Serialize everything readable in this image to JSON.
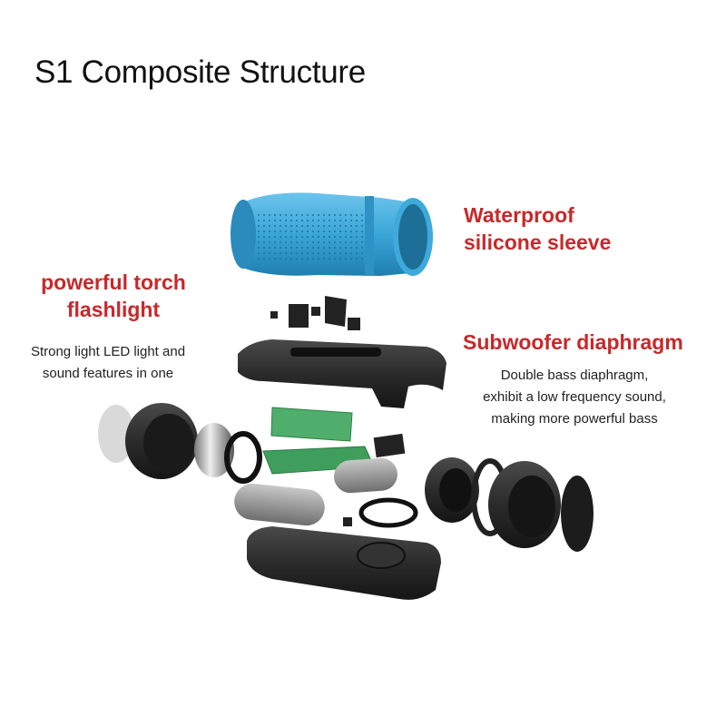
{
  "title": "S1 Composite Structure",
  "callouts": {
    "sleeve": {
      "line1": "Waterproof",
      "line2": "silicone sleeve"
    },
    "torch": {
      "line1": "powerful torch",
      "line2": "flashlight",
      "desc1": "Strong light LED light and",
      "desc2": "sound features in one"
    },
    "subwoofer": {
      "heading": "Subwoofer diaphragm",
      "desc1": "Double bass diaphragm,",
      "desc2": "exhibit a low frequency sound,",
      "desc3": "making more powerful bass"
    }
  },
  "colors": {
    "accent_red": "#c8282a",
    "sleeve_blue": "#3aa6d8",
    "body_black": "#2b2b2b",
    "pcb_green": "#3f9e5c",
    "battery_gray": "#9a9a9a"
  }
}
